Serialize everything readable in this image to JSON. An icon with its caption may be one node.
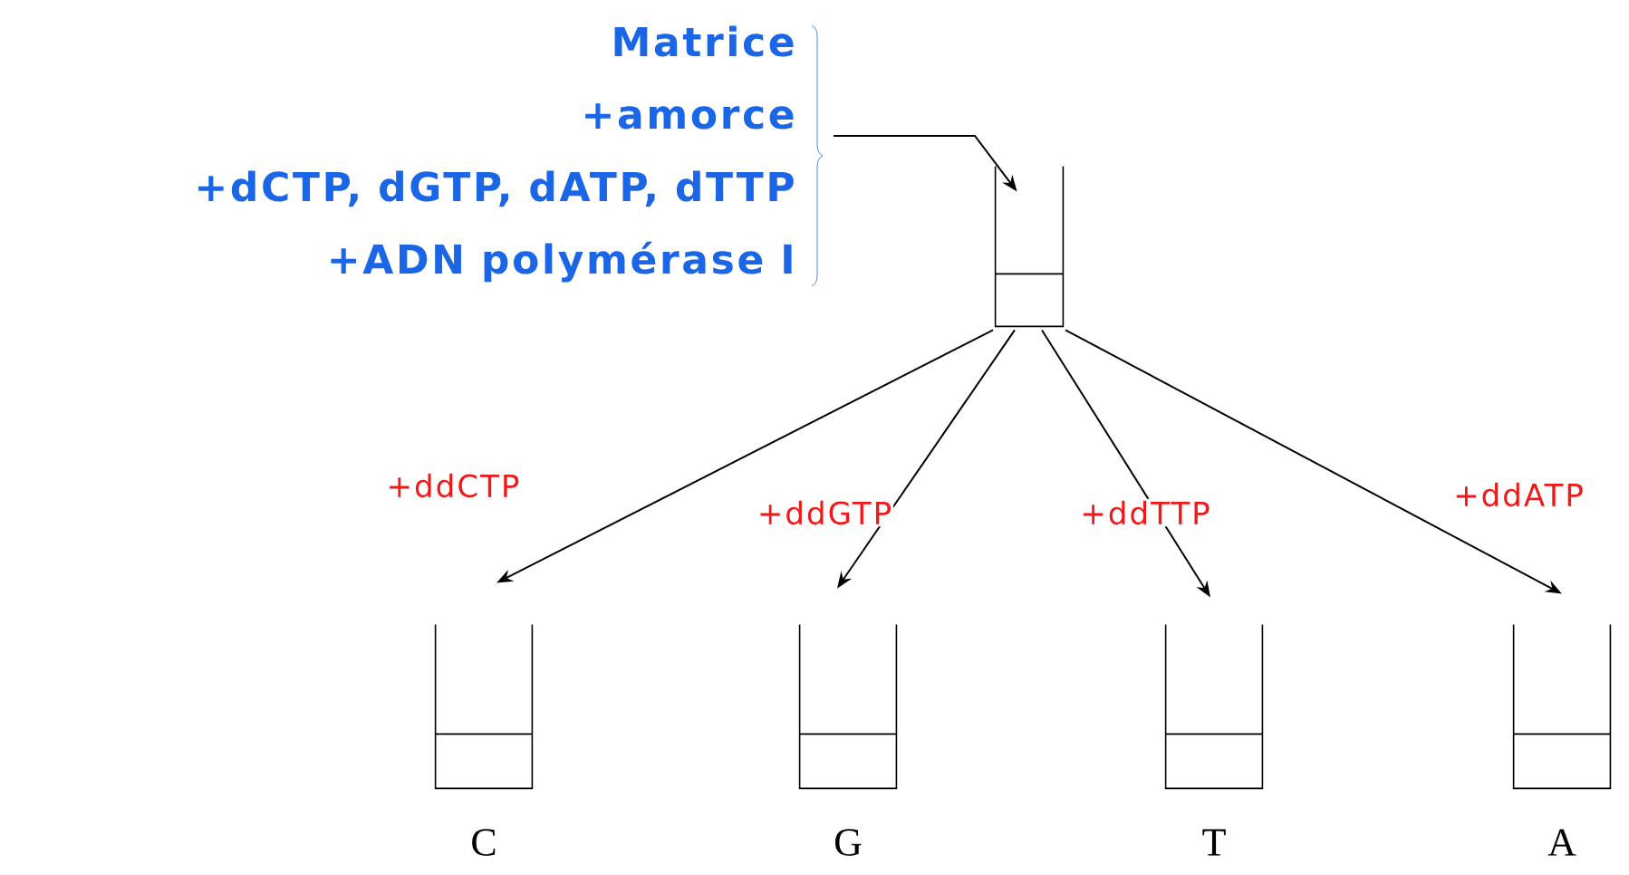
{
  "diagram": {
    "nodes": [
      {
        "text": [
          "Matrice",
          "+amorce",
          "+dCTP, dGTP, dATP, dTTP",
          "+ADN polymérase I"
        ]
      },
      {
        "text": [],
        "shape": "tube"
      },
      {
        "text": [],
        "shape": "tube",
        "beside": [
          "C"
        ]
      },
      {
        "text": [],
        "shape": "tube",
        "beside": [
          "G"
        ]
      },
      {
        "text": [],
        "shape": "tube",
        "beside": [
          "T"
        ]
      },
      {
        "text": [],
        "shape": "tube",
        "beside": [
          "A"
        ]
      }
    ],
    "edges": [
      {
        "from": 0,
        "to": 1,
        "arrow": "to"
      },
      {
        "from": 1,
        "to": 2,
        "arrow": "to",
        "label": "+ddCTP"
      },
      {
        "from": 1,
        "to": 3,
        "arrow": "to",
        "label": "+ddGTP"
      },
      {
        "from": 1,
        "to": 4,
        "arrow": "to",
        "label": "+ddTTP"
      },
      {
        "from": 1,
        "to": 5,
        "arrow": "to",
        "label": "+ddATP"
      }
    ]
  }
}
